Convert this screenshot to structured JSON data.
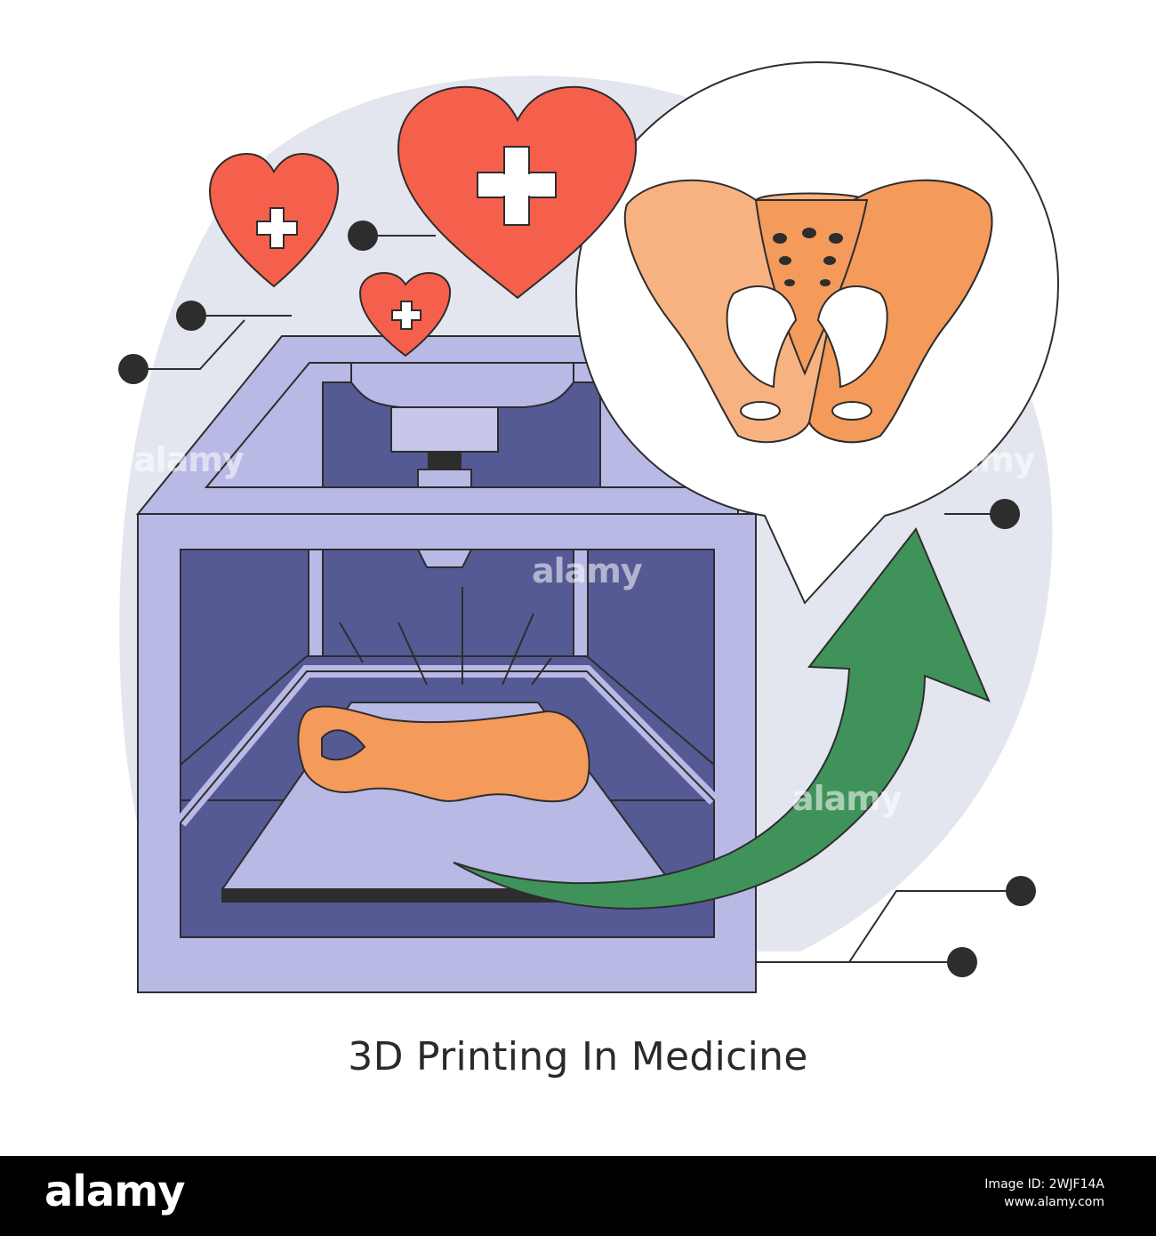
{
  "illustration": {
    "caption": "3D Printing In Medicine",
    "colors": {
      "background_blob": "#e3e6ee",
      "printer_frame": "#b9b9e6",
      "printer_interior": "#555a94",
      "bone": "#f49a5b",
      "bone_light": "#f8b282",
      "heart": "#f5604c",
      "arrow": "#3f935a",
      "outline": "#2d2d2d"
    },
    "icons": [
      "heart-plus-icon",
      "pelvis-bone-icon",
      "printer-icon",
      "curved-arrow-icon"
    ]
  },
  "watermark": {
    "text": "alamy"
  },
  "footer": {
    "logo": "alamy",
    "image_id_label": "Image ID: 2WJF14A",
    "site": "www.alamy.com"
  }
}
